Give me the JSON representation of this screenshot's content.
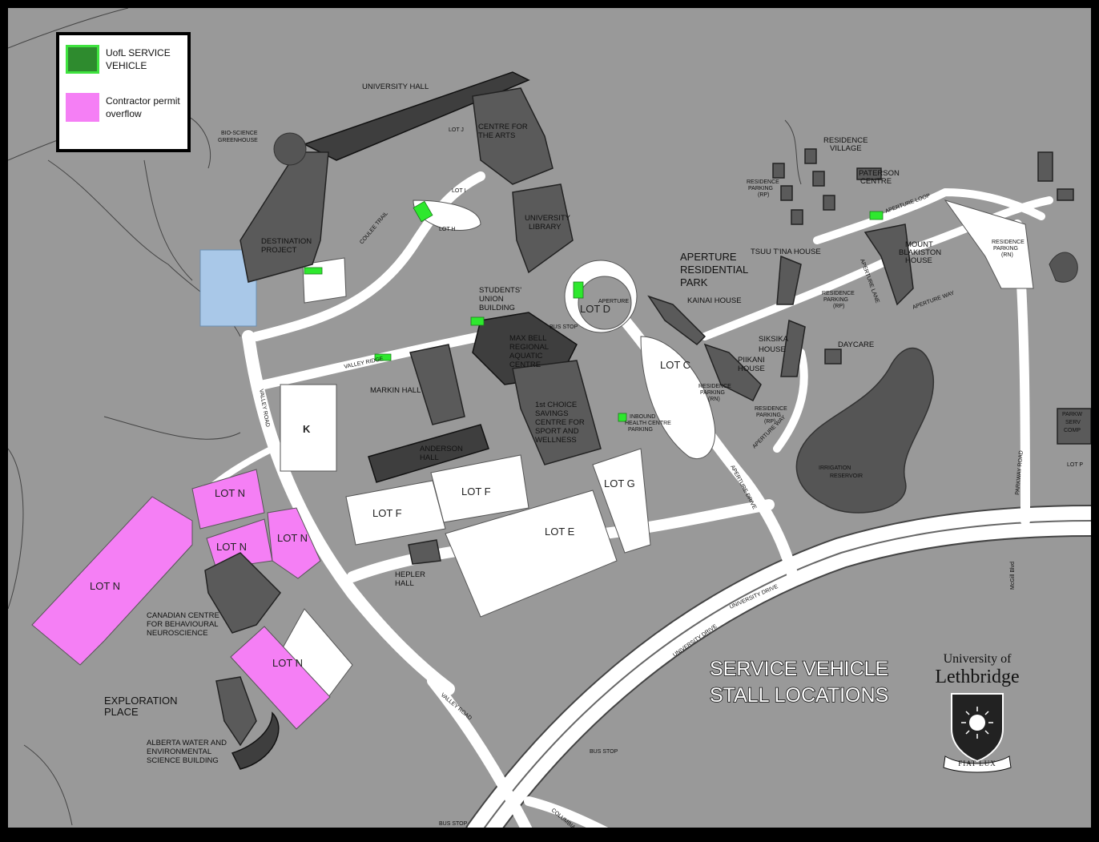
{
  "legend": {
    "items": [
      {
        "label": "UofL SERVICE VEHICLE",
        "color": "#2e8b2e"
      },
      {
        "label": "Contractor permit overflow",
        "color": "#f57ff5"
      }
    ]
  },
  "title": {
    "line1": "SERVICE VEHICLE",
    "line2": "STALL LOCATIONS"
  },
  "logo": {
    "line1": "University of",
    "line2": "Lethbridge",
    "motto": "FIAT LUX"
  },
  "colors": {
    "background": "#999999",
    "road": "#ffffff",
    "building": "#5a5a5a",
    "service_stall": "#2ee82e",
    "overflow": "#f57ff5",
    "storm_area": "#a9c8e8"
  },
  "buildings": {
    "university_hall": "UNIVERSITY HALL",
    "centre_arts_1": "CENTRE FOR",
    "centre_arts_2": "THE ARTS",
    "library_1": "UNIVERSITY",
    "library_2": "LIBRARY",
    "destination_1": "DESTINATION",
    "destination_2": "PROJECT",
    "greenhouse_1": "BIO-SCIENCE",
    "greenhouse_2": "GREENHOUSE",
    "students_union_1": "STUDENTS'",
    "students_union_2": "UNION",
    "students_union_3": "BUILDING",
    "max_bell_1": "MAX BELL",
    "max_bell_2": "REGIONAL",
    "max_bell_3": "AQUATIC",
    "max_bell_4": "CENTRE",
    "markin": "MARKIN HALL",
    "first_choice_1": "1st CHOICE",
    "first_choice_2": "SAVINGS",
    "first_choice_3": "CENTRE FOR",
    "first_choice_4": "SPORT AND",
    "first_choice_5": "WELLNESS",
    "anderson_1": "ANDERSON",
    "anderson_2": "HALL",
    "hepler_1": "HEPLER",
    "hepler_2": "HALL",
    "ccbn_1": "CANADIAN CENTRE",
    "ccbn_2": "FOR BEHAVIOURAL",
    "ccbn_3": "NEUROSCIENCE",
    "exploration_1": "EXPLORATION",
    "exploration_2": "PLACE",
    "awesb_1": "ALBERTA WATER AND",
    "awesb_2": "ENVIRONMENTAL",
    "awesb_3": "SCIENCE BUILDING",
    "aperture_1": "APERTURE",
    "aperture_2": "RESIDENTIAL",
    "aperture_3": "PARK",
    "aperture_small": "APERTURE",
    "kainai": "KAINAI HOUSE",
    "tsuu_tina": "TSUU T'INA HOUSE",
    "siksika_1": "SIKSIKA",
    "siksika_2": "HOUSE",
    "piikani_1": "PIIKANI",
    "piikani_2": "HOUSE",
    "daycare": "DAYCARE",
    "residence_village_1": "RESIDENCE",
    "residence_village_2": "VILLAGE",
    "paterson_1": "PATERSON",
    "paterson_2": "CENTRE",
    "mount_blakiston_1": "MOUNT",
    "mount_blakiston_2": "BLAKISTON",
    "mount_blakiston_3": "HOUSE",
    "irrigation_1": "IRRIGATION",
    "irrigation_2": "RESERVOIR",
    "parkway_1": "PARKW",
    "parkway_2": "SERV",
    "parkway_3": "COMP"
  },
  "lots": {
    "n": "LOT N",
    "f": "LOT F",
    "e": "LOT E",
    "g": "LOT G",
    "c": "LOT C",
    "d": "LOT D",
    "k": "K",
    "h": "LOT H",
    "i": "LOT I",
    "j": "LOT J",
    "p": "LOT P"
  },
  "roads": {
    "valley_road": "VALLEY ROAD",
    "valley_ridge": "VALLEY RIDGE",
    "coulee_trail": "COULEE TRAIL",
    "university_drive": "UNIVERSITY DRIVE",
    "aperture_drive": "APERTURE DRIVE",
    "aperture_way": "APERTURE WAY",
    "aperture_loop": "APERTURE LOOP",
    "aperture_lane": "APERTURE LANE",
    "parkway_road": "PARKWAY ROAD",
    "columbia_blvd": "COLUMBIA BLVD",
    "mcgill_blvd": "McGill Blvd",
    "bus_stop": "BUS STOP",
    "health_parking_1": "INBOUND",
    "health_parking_2": "HEALTH CENTRE",
    "health_parking_3": "PARKING"
  },
  "residence_parking": {
    "line1": "RESIDENCE",
    "line2": "PARKING",
    "rp": "(RP)",
    "rn": "(RN)"
  }
}
